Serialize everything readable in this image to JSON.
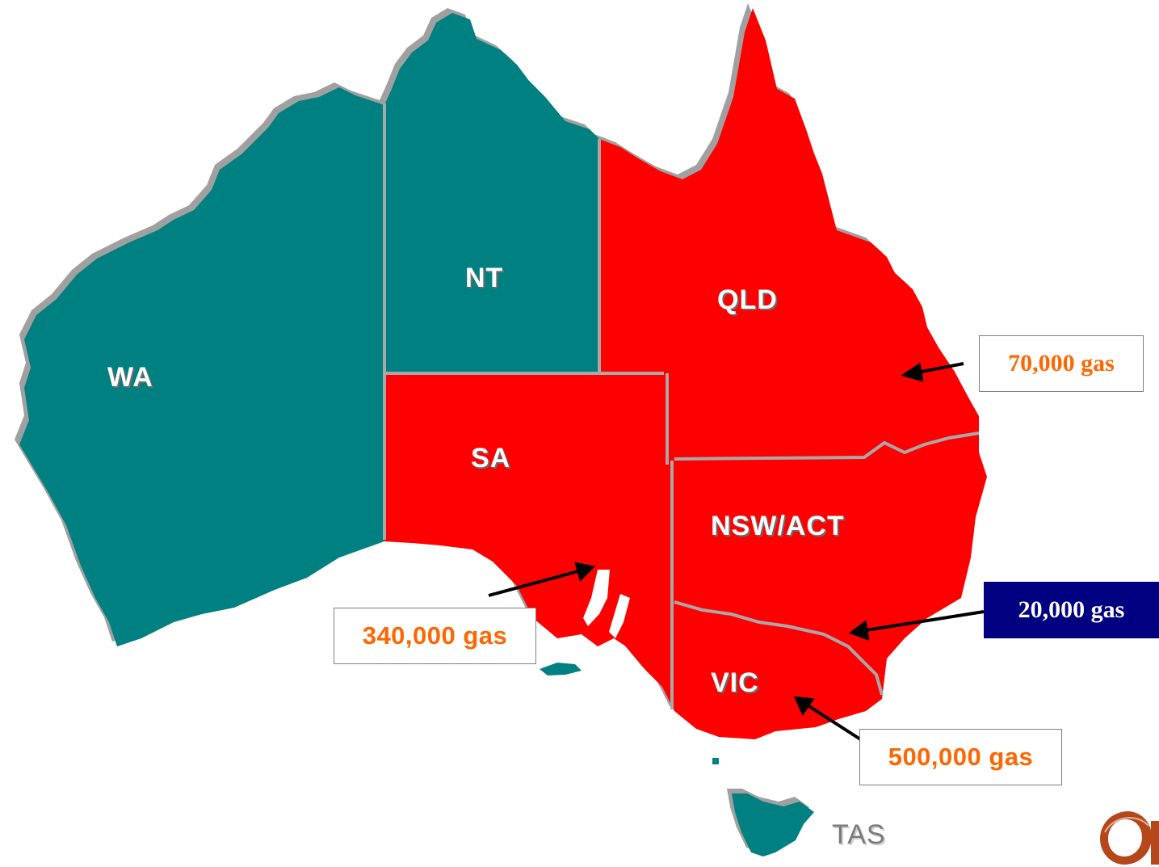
{
  "states": {
    "wa": {
      "label": "WA",
      "status": "no-data"
    },
    "nt": {
      "label": "NT",
      "status": "no-data"
    },
    "qld": {
      "label": "QLD",
      "status": "supplied"
    },
    "sa": {
      "label": "SA",
      "status": "supplied"
    },
    "nsw": {
      "label": "NSW/ACT",
      "status": "supplied"
    },
    "vic": {
      "label": "VIC",
      "status": "supplied"
    },
    "tas": {
      "label": "TAS",
      "status": "no-data"
    }
  },
  "callouts": {
    "qld": {
      "text": "70,000 gas"
    },
    "sa": {
      "text": "340,000 gas"
    },
    "nsw": {
      "text": "20,000 gas"
    },
    "vic": {
      "text": "500,000 gas"
    }
  },
  "colors": {
    "supplied": "#ff0000",
    "no_data": "#008080",
    "coast_shadow": "#a0a0a0",
    "callout_text": "#ff6600",
    "callout_highlight": "#000080",
    "logo": "#b5471b"
  }
}
